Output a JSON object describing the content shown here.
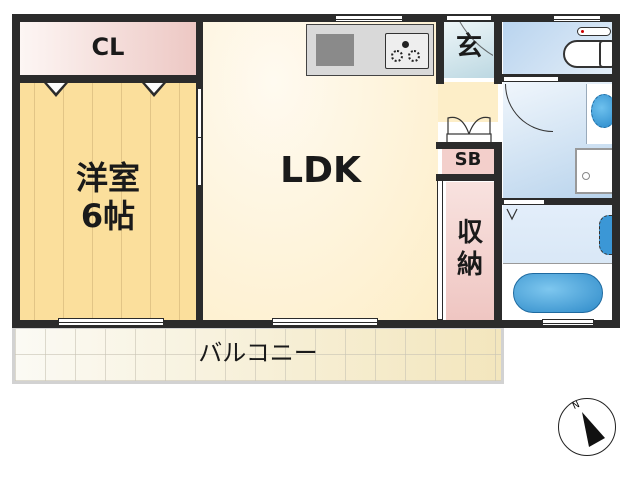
{
  "floor_plan": {
    "rooms": {
      "closet": {
        "label": "CL",
        "color": "#f6d9d6"
      },
      "western_room": {
        "label_line1": "洋室",
        "label_line2": "6帖",
        "color": "#fbdf9c"
      },
      "ldk": {
        "label": "LDK",
        "color": "#fff3d8"
      },
      "entrance": {
        "label": "玄",
        "color": "#cfe3ea"
      },
      "shoe_box": {
        "label": "SB",
        "color": "#f3cfcb"
      },
      "storage": {
        "label_line1": "収",
        "label_line2": "納",
        "color": "#f3cfcb"
      },
      "balcony": {
        "label": "バルコニー",
        "color": "#f6efd8"
      },
      "toilet": {
        "color": "#c7ddf2"
      },
      "washroom": {
        "color": "#d8e8f6"
      },
      "bathroom": {
        "color": "#d8e8f6"
      }
    },
    "fixtures": [
      "kitchen-sink",
      "gas-stove",
      "toilet",
      "wash-basin",
      "washing-machine-pan",
      "bathtub"
    ],
    "compass": {
      "label": "N",
      "icon": "north-arrow-icon"
    },
    "wall_color": "#2b2b2b"
  }
}
